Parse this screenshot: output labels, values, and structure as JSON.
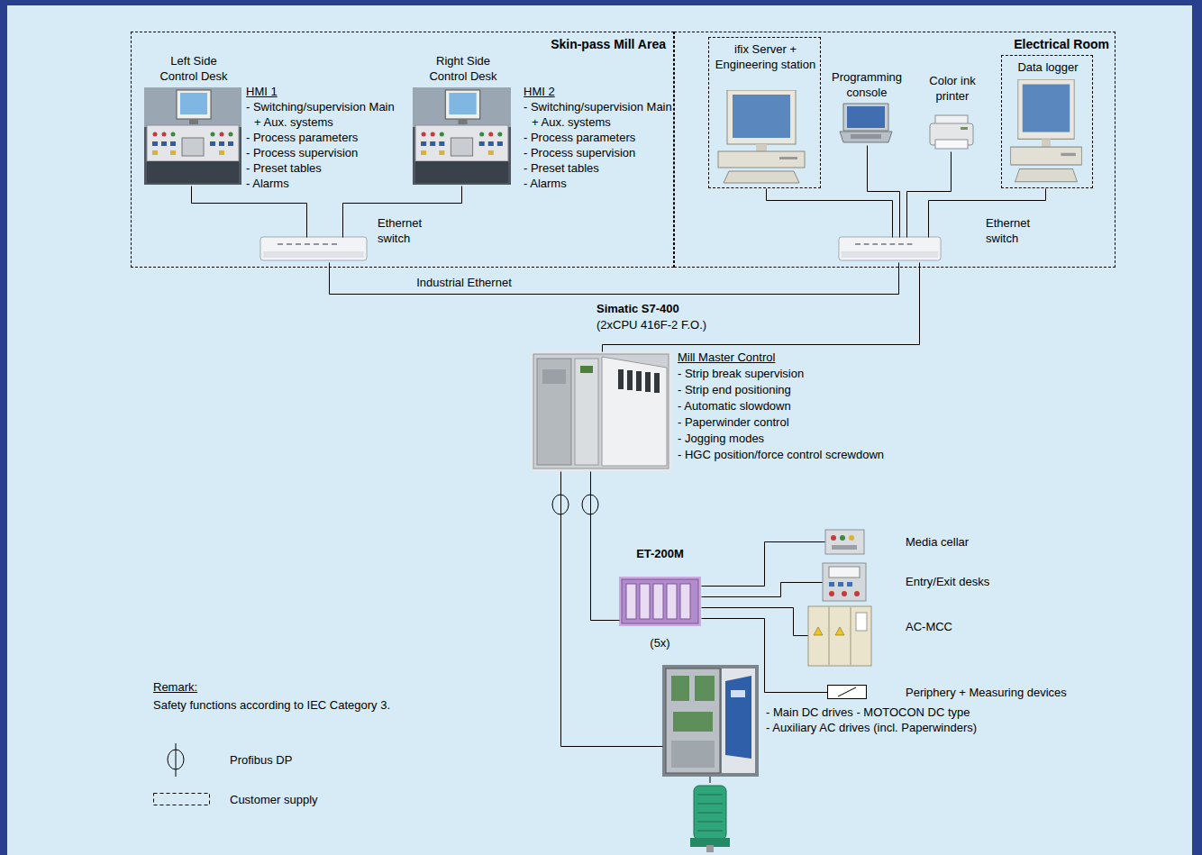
{
  "diagram": {
    "nodes": [
      {
        "text": [
          "Skin-pass Mill Area"
        ]
      },
      {
        "text": [
          "Electrical Room"
        ]
      },
      {
        "text": [
          "Left Side Control Desk",
          "HMI 1",
          "- Switching/supervision Main + Aux. systems",
          "- Process parameters",
          "- Process supervision",
          "- Preset tables",
          "- Alarms"
        ],
        "in": 0
      },
      {
        "text": [
          "Right Side Control Desk",
          "HMI 2",
          "- Switching/supervision Main + Aux. systems",
          "- Process parameters",
          "- Process supervision",
          "- Preset tables",
          "- Alarms"
        ],
        "in": 0
      },
      {
        "text": [
          "Ethernet switch"
        ],
        "in": 0
      },
      {
        "text": [
          "ifix Server + Engineering station"
        ],
        "in": 1
      },
      {
        "text": [
          "Programming console"
        ],
        "in": 1
      },
      {
        "text": [
          "Color ink printer"
        ],
        "in": 1
      },
      {
        "text": [
          "Data logger"
        ],
        "in": 1
      },
      {
        "text": [
          "Ethernet switch"
        ],
        "in": 1
      },
      {
        "text": [
          "Simatic S7-400",
          "(2xCPU 416F-2 F.O.)",
          "Mill Master Control",
          "- Strip break supervision",
          "- Strip end positioning",
          "- Automatic slowdown",
          "- Paperwinder control",
          "- Jogging modes",
          "- HGC position/force control screwdown"
        ]
      },
      {
        "text": [
          "ET-200M",
          "(5x)"
        ]
      },
      {
        "text": [
          "Media cellar"
        ]
      },
      {
        "text": [
          "Entry/Exit desks"
        ]
      },
      {
        "text": [
          "AC-MCC"
        ]
      },
      {
        "text": [
          "Periphery + Measuring devices"
        ]
      },
      {
        "text": [
          "- Main DC drives - MOTOCON DC type",
          "- Auxiliary AC drives (incl. Paperwinders)"
        ]
      }
    ],
    "edges": [
      {
        "from": 2,
        "to": 4,
        "arrow": "none"
      },
      {
        "from": 3,
        "to": 4,
        "arrow": "none"
      },
      {
        "from": 5,
        "to": 9,
        "arrow": "none"
      },
      {
        "from": 6,
        "to": 9,
        "arrow": "none"
      },
      {
        "from": 7,
        "to": 9,
        "arrow": "none"
      },
      {
        "from": 8,
        "to": 9,
        "arrow": "none"
      },
      {
        "from": 4,
        "to": 9,
        "label": "Industrial Ethernet",
        "arrow": "none"
      },
      {
        "from": 9,
        "to": 10,
        "arrow": "none"
      },
      {
        "from": 10,
        "to": 11,
        "arrow": "none"
      },
      {
        "from": 10,
        "to": 16,
        "arrow": "none"
      },
      {
        "from": 11,
        "to": 12,
        "arrow": "none"
      },
      {
        "from": 11,
        "to": 13,
        "arrow": "none"
      },
      {
        "from": 11,
        "to": 14,
        "arrow": "none"
      },
      {
        "from": 11,
        "to": 15,
        "arrow": "none"
      }
    ],
    "labels": [
      "Remark:",
      "Safety functions according to IEC Category 3."
    ],
    "legend": [
      {
        "text": "Profibus DP"
      },
      {
        "text": "Customer supply"
      }
    ]
  }
}
